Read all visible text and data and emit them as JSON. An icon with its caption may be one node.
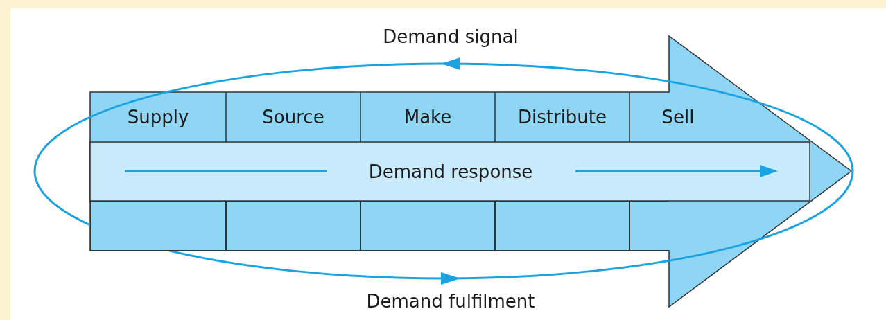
{
  "diagram": {
    "nodes": [
      {
        "text": [
          "Supply"
        ]
      },
      {
        "text": [
          "Source"
        ]
      },
      {
        "text": [
          "Make"
        ]
      },
      {
        "text": [
          "Distribute"
        ]
      },
      {
        "text": [
          "Sell"
        ]
      },
      {
        "text": [
          "Demand response"
        ]
      },
      {
        "text": [],
        "shape": "box"
      },
      {
        "text": [],
        "shape": "box"
      },
      {
        "text": [],
        "shape": "box"
      },
      {
        "text": [],
        "shape": "box"
      },
      {
        "text": [],
        "shape": "box"
      }
    ],
    "labels": [
      "Demand signal",
      "Demand fulfilment"
    ]
  }
}
